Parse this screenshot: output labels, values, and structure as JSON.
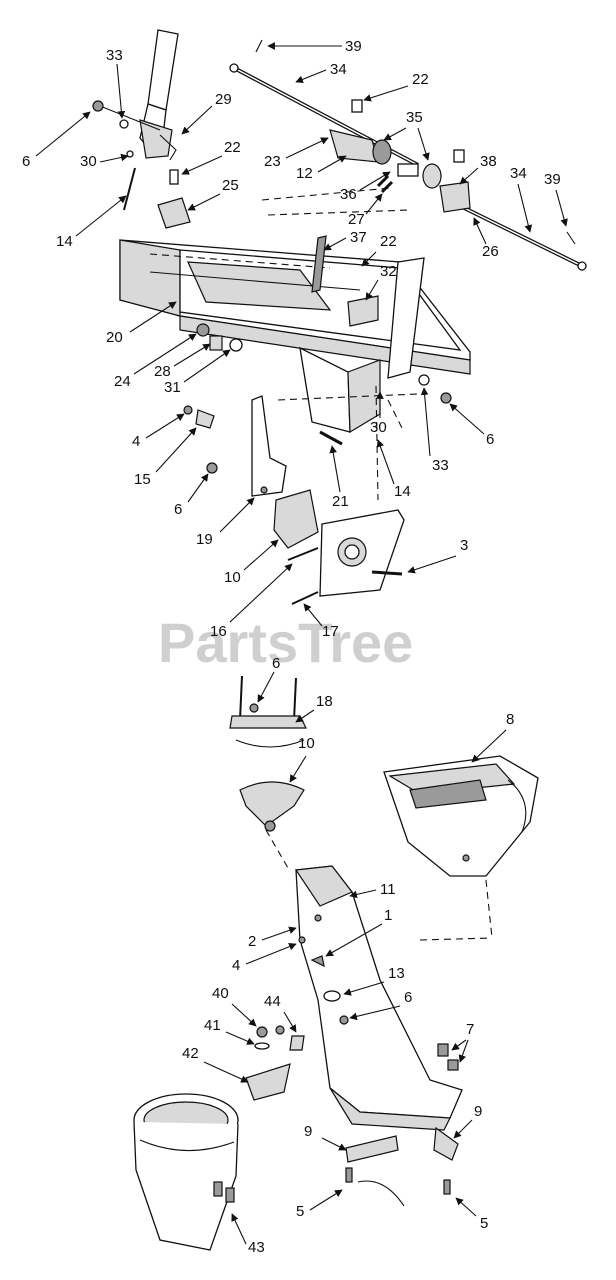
{
  "watermark": "PartsTree",
  "callouts": [
    "39",
    "33",
    "34",
    "22",
    "29",
    "35",
    "6",
    "30",
    "22",
    "23",
    "12",
    "38",
    "34",
    "39",
    "25",
    "36",
    "27",
    "14",
    "37",
    "22",
    "26",
    "32",
    "20",
    "24",
    "28",
    "31",
    "4",
    "30",
    "6",
    "15",
    "33",
    "14",
    "21",
    "6",
    "19",
    "3",
    "10",
    "16",
    "17",
    "6",
    "18",
    "8",
    "10",
    "11",
    "1",
    "2",
    "4",
    "13",
    "40",
    "44",
    "6",
    "7",
    "41",
    "42",
    "9",
    "9",
    "5",
    "5",
    "43"
  ]
}
